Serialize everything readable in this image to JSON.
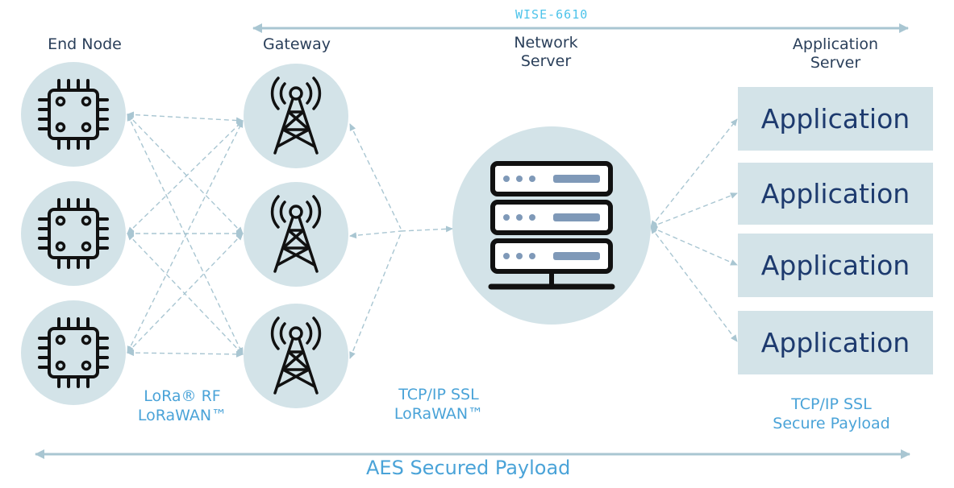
{
  "top_banner": {
    "label": "WISE-6610"
  },
  "columns": {
    "end_node": "End Node",
    "gateway": "Gateway",
    "network_server_line1": "Network",
    "network_server_line2": "Server",
    "application_server_line1": "Application",
    "application_server_line2": "Server"
  },
  "applications": [
    "Application",
    "Application",
    "Application",
    "Application"
  ],
  "protocols": {
    "rf_line1": "LoRa® RF",
    "rf_line2": "LoRaWAN™",
    "gw_line1": "TCP/IP SSL",
    "gw_line2": "LoRaWAN™",
    "app_line1": "TCP/IP SSL",
    "app_line2": "Secure Payload"
  },
  "bottom_banner": {
    "label": "AES Secured Payload"
  },
  "colors": {
    "node_fill": "#d3e3e8",
    "icon_stroke": "#111111",
    "arrow": "#a9c6d2",
    "text_dark": "#2a3f5a",
    "text_blue": "#4aa3d8",
    "app_text": "#1d3a6e"
  },
  "icons": {
    "end_node": "chip-icon",
    "gateway": "radio-tower-icon",
    "network_server": "server-rack-icon"
  }
}
